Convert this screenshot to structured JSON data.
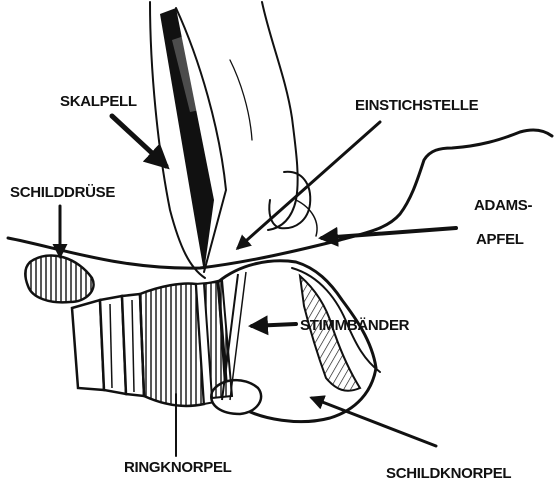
{
  "labels": {
    "scalpel": "SKALPELL",
    "insertion_point": "EINSTICHSTELLE",
    "thyroid_gland": "SCHILDDRÜSE",
    "adams_apple_line1": "ADAMS-",
    "adams_apple_line2": "APFEL",
    "vocal_cords": "STIMMBÄNDER",
    "cricoid_cartilage": "RINGKNORPEL",
    "thyroid_cartilage": "SCHILDKNORPEL"
  },
  "colors": {
    "ink": "#111111",
    "paper": "#ffffff"
  }
}
